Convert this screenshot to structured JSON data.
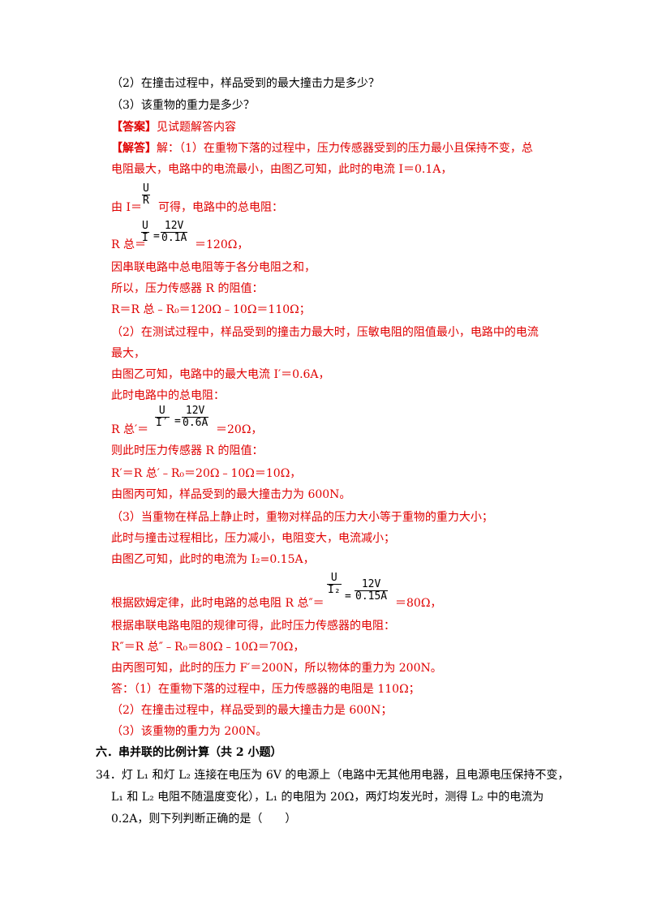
{
  "lines": {
    "q2": "（2）在撞击过程中，样品受到的最大撞击力是多少？",
    "q3": "（3）该重物的重力是多少？",
    "answer_tag": "【答案】",
    "answer_text": "见试题解答内容",
    "jieda_tag": "【解答】",
    "s1a": "解：（1）在重物下落的过程中，压力传感器受到的压力最小且保持不变，总",
    "s1b": "电阻最大，电路中的电流最小，由图乙可知，此时的电流 I＝0.1A，",
    "s2_pre": "由 I＝",
    "s2_post": "可得，电路中的总电阻：",
    "s3_pre": "R 总＝",
    "s3_post": "＝120Ω，",
    "s4": "因串联电路中总电阻等于各分电阻之和，",
    "s5": "所以，压力传感器 R 的阻值：",
    "s6": "R＝R 总﹣R₀＝120Ω﹣10Ω＝110Ω；",
    "s7a": "（2）在测试过程中，样品受到的撞击力最大时，压敏电阻的阻值最小，电路中的电流",
    "s7b": "最大，",
    "s8": "由图乙可知，电路中的最大电流 I′＝0.6A，",
    "s9": "此时电路中的总电阻：",
    "s10_pre": "R 总′＝",
    "s10_post": "＝20Ω，",
    "s11": "则此时压力传感器 R 的阻值：",
    "s12": "R′＝R 总′﹣R₀＝20Ω﹣10Ω＝10Ω，",
    "s13": "由图丙可知，样品受到的最大撞击力为 600N。",
    "s14": "（3）当重物在样品上静止时，重物对样品的压力大小等于重物的重力大小；",
    "s15": "此时与撞击过程相比，压力减小，电阻变大，电流减小；",
    "s16": "由图乙可知，此时的电流为 I₂=0.15A，",
    "s17_pre": "根据欧姆定律，此时电路的总电阻 R 总″＝",
    "s17_post": "＝80Ω，",
    "s18": "根据串联电路电阻的规律可得，此时压力传感器的电阻：",
    "s19": "R″＝R 总″﹣R₀＝80Ω﹣10Ω＝70Ω，",
    "s20": "由丙图可知，此时的压力 F′＝200N，所以物体的重力为 200N。",
    "a1": "答：（1）在重物下落的过程中，压力传感器的电阻是 110Ω；",
    "a2": "（2）在撞击过程中，样品受到的最大撞击力是 600N；",
    "a3": "（3）该重物的重力为 200N。",
    "section": "六．串并联的比例计算（共 2 小题）",
    "p34a": "34．灯 L₁ 和灯 L₂ 连接在电压为 6V 的电源上（电路中无其他用电器，且电源电压保持不变，",
    "p34b": "L₁ 和 L₂ 电阻不随温度变化），L₁ 的电阻为 20Ω，两灯均发光时，测得 L₂ 中的电流为",
    "p34c": "0.2A，则下列判断正确的是（　　）"
  },
  "fractions": {
    "f1_num": "U",
    "f1_den": "R",
    "f2_num": "U",
    "f2_den": "I",
    "f3_num": "12V",
    "f3_den": "0.1A",
    "f4_num": "U",
    "f4_den": "I′",
    "f5_num": "12V",
    "f5_den": "0.6A",
    "f6_num": "U",
    "f6_den": "I₂",
    "f7_num": "12V",
    "f7_den": "0.15A",
    "eq": "="
  }
}
